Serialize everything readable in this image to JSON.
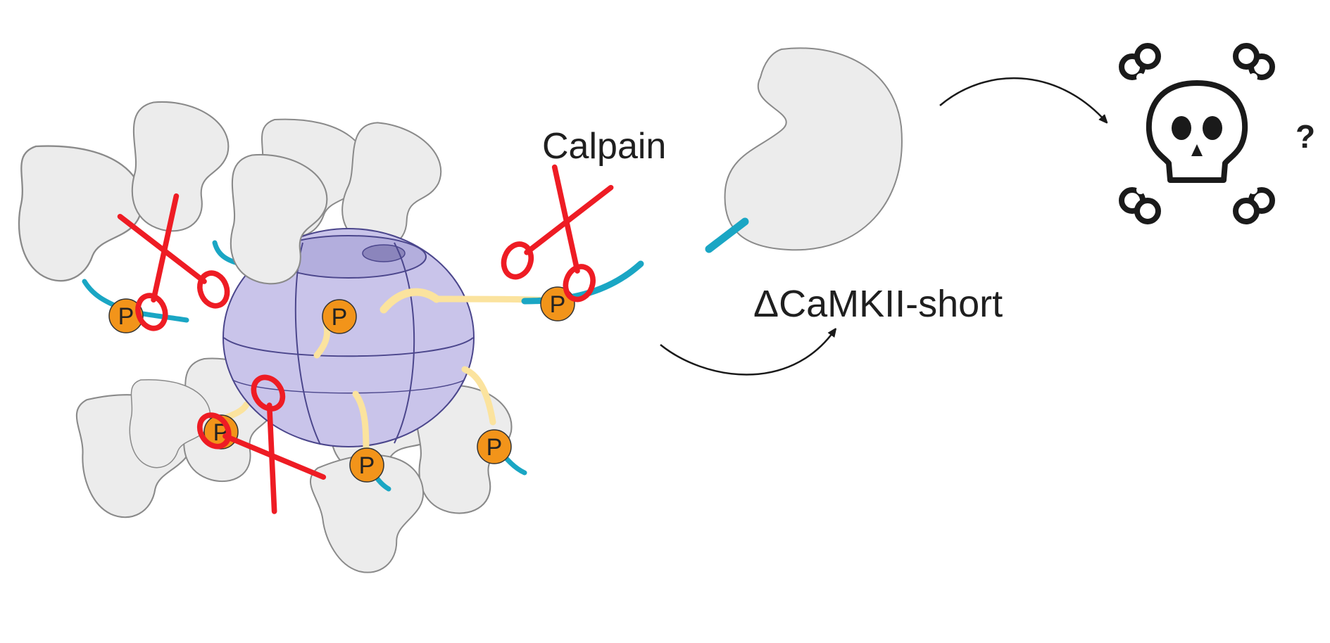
{
  "labels": {
    "enzyme": "Calpain",
    "product": "ΔCaMKII-short",
    "outcome": "?",
    "phospho": "P"
  },
  "colors": {
    "subunit_fill": "#ececec",
    "subunit_stroke": "#8a8a8a",
    "hub_fill": "#c9c4ea",
    "hub_stroke": "#4b468c",
    "linker_cyan": "#1aa6c4",
    "linker_yellow": "#fbe39e",
    "phospho_fill": "#f2941a",
    "scissors": "#ee1c24",
    "arrow": "#1a1a1a"
  },
  "icons": [
    "scissors-icon",
    "skull-crossbones-icon",
    "curved-arrow-icon",
    "phosphate-icon"
  ]
}
